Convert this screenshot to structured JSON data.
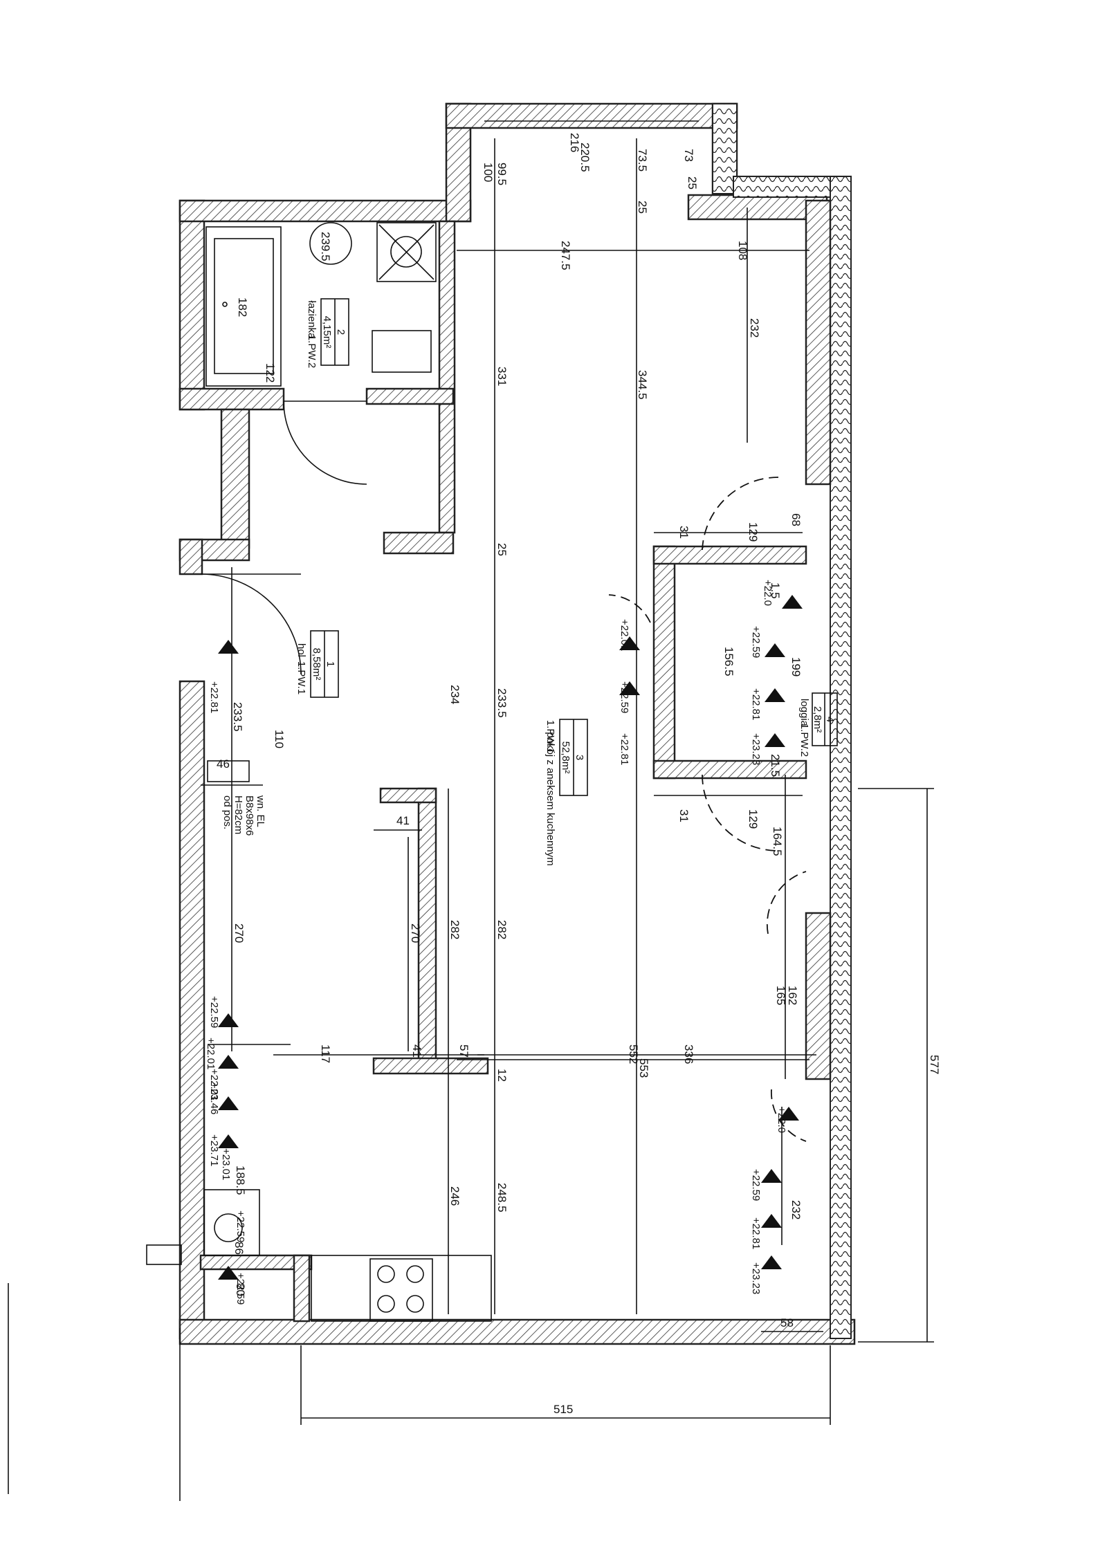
{
  "rooms": [
    {
      "number": "1",
      "area": "8,58m²",
      "name": "hol",
      "code": "1.PW.1"
    },
    {
      "number": "2",
      "area": "4,15m²",
      "name": "łazienka",
      "code": "1.PW.2"
    },
    {
      "number": "3",
      "area": "52,8m²",
      "name": "pokój z aneksem kuchennym",
      "code": "1.PW.1"
    },
    {
      "number": "4",
      "area": "2,8m²",
      "name": "loggia",
      "code": "1.PW.2"
    }
  ],
  "dimensions": {
    "d216": "216",
    "d2205": "220.5",
    "d995": "99.5",
    "d100": "100",
    "d735": "73.5",
    "d73": "73",
    "d25a": "25",
    "d25b": "25",
    "d25c": "25",
    "d2475": "247.5",
    "d108": "108",
    "d2395": "239.5",
    "d182": "182",
    "d122": "122",
    "d232": "232",
    "d331": "331",
    "d3445": "344.5",
    "d31a": "31",
    "d129a": "129",
    "d68": "68",
    "d15": "1.5",
    "d1565": "156.5",
    "d199": "199",
    "d215": "21.5",
    "d31b": "31",
    "d129b": "129",
    "d1645": "164.5",
    "d234": "234",
    "d2335a": "233.5",
    "d2335b": "233.5",
    "d110": "110",
    "d46": "46",
    "d41a": "41",
    "d270a": "270",
    "d270b": "270",
    "d282a": "282",
    "d282b": "282",
    "d162": "162",
    "d165": "165",
    "d117": "117",
    "d41b": "41",
    "d57": "57",
    "d12": "12",
    "d552": "552",
    "d553": "553",
    "d336": "336",
    "d246": "246",
    "d2485": "248.5",
    "d1885": "188.5",
    "d86": "86",
    "d80": "80",
    "d58": "58",
    "d515": "515",
    "d577": "577",
    "d232b": "232"
  },
  "levels": {
    "l1": "+22.0",
    "l2": "+22.01",
    "l3": "+22.59",
    "l4": "+22.59",
    "l5": "+22.81",
    "l6": "+22.81",
    "l7": "+23.23",
    "l8": "+22.81",
    "l9": "+22.59",
    "l10": "+22.01",
    "l11": "+23.46",
    "l12": "+23.71",
    "l13": "+23.01",
    "l14": "+22.59",
    "l15": "+22.0",
    "l16": "+22.59",
    "l17": "+22.81",
    "l18": "+23.23",
    "l19": "+22.59",
    "l20": "+22.01"
  },
  "annotations": {
    "electric": [
      "wn. EL",
      "B8x98x6",
      "H=82cm",
      "od pos."
    ]
  }
}
